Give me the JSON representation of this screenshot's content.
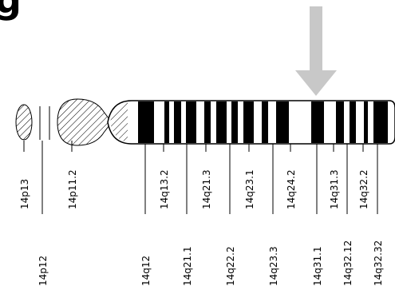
{
  "header": {
    "partial_text": "g"
  },
  "arrow": {
    "color": "#c8c8c8"
  },
  "colors": {
    "dark_band": "#000000",
    "light_band": "#ffffff",
    "outline": "#000000"
  },
  "labels": {
    "top_row": [
      "14p13",
      "14p11.2",
      "14q13.2",
      "14q21.3",
      "14q23.1",
      "14q24.2",
      "14q31.3",
      "14q32.2"
    ],
    "bottom_row": [
      "14p12",
      "14q12",
      "14q21.1",
      "14q22.2",
      "14q23.3",
      "14q31.1",
      "14q32.12",
      "14q32.32"
    ]
  }
}
